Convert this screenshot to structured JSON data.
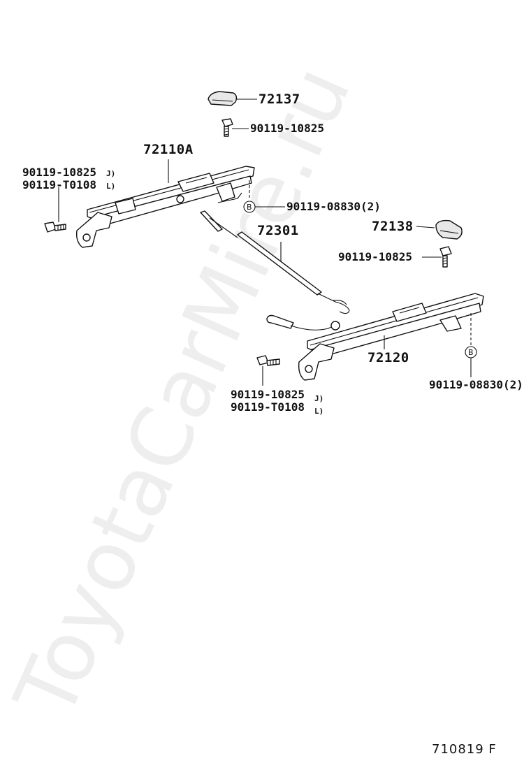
{
  "watermark": "ToyotaCarMire.ru",
  "diagram_ref": "710819 F",
  "callout_mark": "B",
  "parts": {
    "p72137": "72137",
    "bolt_top": "90119-10825",
    "p72110A": "72110A",
    "bolt_left_a": "90119-10825",
    "bolt_left_a_suffix": "J)",
    "bolt_left_b": "90119-T0108",
    "bolt_left_b_suffix": "L)",
    "nut_left": "90119-08830(2)",
    "p72301": "72301",
    "p72138": "72138",
    "bolt_right": "90119-10825",
    "p72120": "72120",
    "nut_right": "90119-08830(2)",
    "bolt_bottom_a": "90119-10825",
    "bolt_bottom_a_suffix": "J)",
    "bolt_bottom_b": "90119-T0108",
    "bolt_bottom_b_suffix": "L)"
  }
}
